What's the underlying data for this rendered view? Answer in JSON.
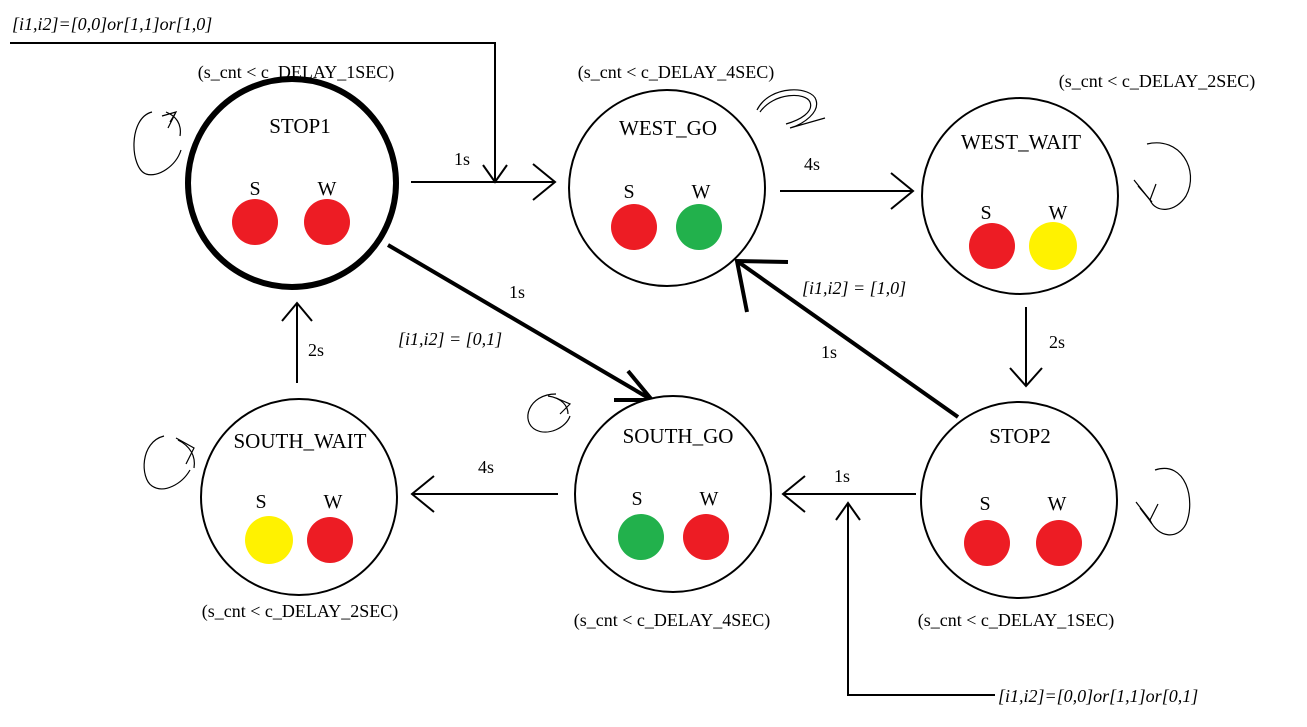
{
  "colors": {
    "red": "#ed1c24",
    "green": "#22b14c",
    "yellow": "#fff200",
    "line": "#000000",
    "background": "#ffffff"
  },
  "states": {
    "stop1": {
      "name": "STOP1",
      "condition": "(s_cnt < c_DELAY_1SEC)",
      "s_label": "S",
      "w_label": "W",
      "s_color": "red",
      "w_color": "red",
      "initial": true
    },
    "west_go": {
      "name": "WEST_GO",
      "condition": "(s_cnt < c_DELAY_4SEC)",
      "s_label": "S",
      "w_label": "W",
      "s_color": "red",
      "w_color": "green"
    },
    "west_wait": {
      "name": "WEST_WAIT",
      "condition": "(s_cnt < c_DELAY_2SEC)",
      "s_label": "S",
      "w_label": "W",
      "s_color": "red",
      "w_color": "yellow"
    },
    "stop2": {
      "name": "STOP2",
      "condition": "(s_cnt < c_DELAY_1SEC)",
      "s_label": "S",
      "w_label": "W",
      "s_color": "red",
      "w_color": "red"
    },
    "south_go": {
      "name": "SOUTH_GO",
      "condition": "(s_cnt < c_DELAY_4SEC)",
      "s_label": "S",
      "w_label": "W",
      "s_color": "green",
      "w_color": "red"
    },
    "south_wait": {
      "name": "SOUTH_WAIT",
      "condition": "(s_cnt < c_DELAY_2SEC)",
      "s_label": "S",
      "w_label": "W",
      "s_color": "yellow",
      "w_color": "red"
    }
  },
  "transitions": {
    "stop1_to_west_go": "1s",
    "west_go_to_west_wait": "4s",
    "west_wait_to_stop2": "2s",
    "stop2_to_south_go": "1s",
    "south_go_to_south_wait": "4s",
    "south_wait_to_stop1": "2s",
    "stop1_to_south_go": "1s",
    "stop2_to_west_go": "1s"
  },
  "guards": {
    "top_input": "[i1,i2]=[0,0]or[1,1]or[1,0]",
    "bottom_input": "[i1,i2]=[0,0]or[1,1]or[0,1]",
    "stop1_to_south_go": "[i1,i2] = [0,1]",
    "stop2_to_west_go": "[i1,i2] = [1,0]"
  }
}
